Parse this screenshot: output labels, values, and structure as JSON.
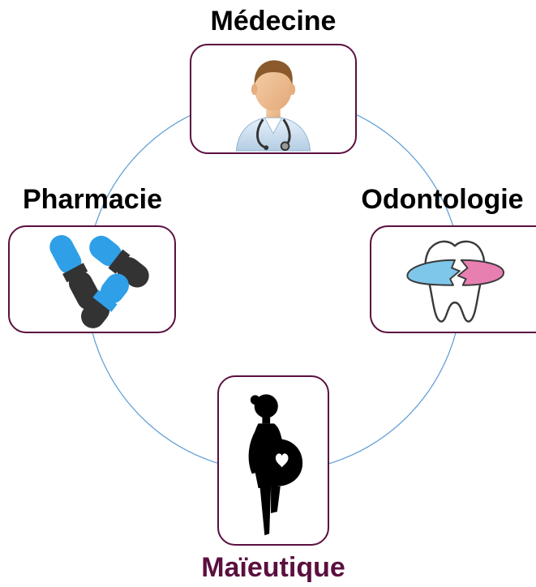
{
  "diagram": {
    "nodes": [
      {
        "id": "medecine",
        "label": "Médecine",
        "icon": "doctor-icon",
        "label_color": "#000000"
      },
      {
        "id": "odontologie",
        "label": "Odontologie",
        "icon": "tooth-icon",
        "label_color": "#000000"
      },
      {
        "id": "maieutique",
        "label": "Maïeutique",
        "icon": "pregnant-woman-icon",
        "label_color": "#5b0f3f"
      },
      {
        "id": "pharmacie",
        "label": "Pharmacie",
        "icon": "pills-icon",
        "label_color": "#000000"
      }
    ],
    "colors": {
      "card_border": "#5b0f3f",
      "connector": "#5b9bd5",
      "highlight_label": "#5b0f3f",
      "pill_blue": "#2f9fe8",
      "pill_dark": "#333333"
    }
  }
}
